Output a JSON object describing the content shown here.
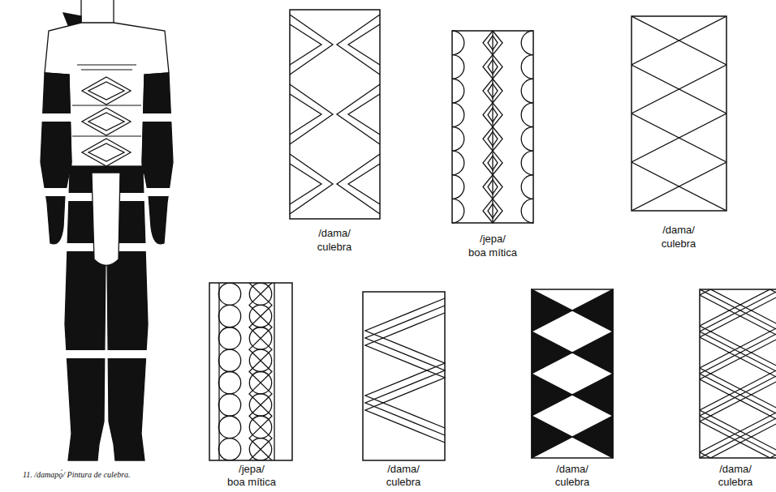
{
  "diagram": {
    "caption": "11. /damapǫ́/ Pintura de culebra.",
    "labels": [
      "/dama/",
      "culebra",
      "/jepa/",
      "boa mítica",
      "/dama/",
      "culebra",
      "/jepa/",
      "boa mítica",
      "/dama/",
      "culebra",
      "/dama/",
      "culebra",
      "/dama/",
      "culebra"
    ]
  }
}
